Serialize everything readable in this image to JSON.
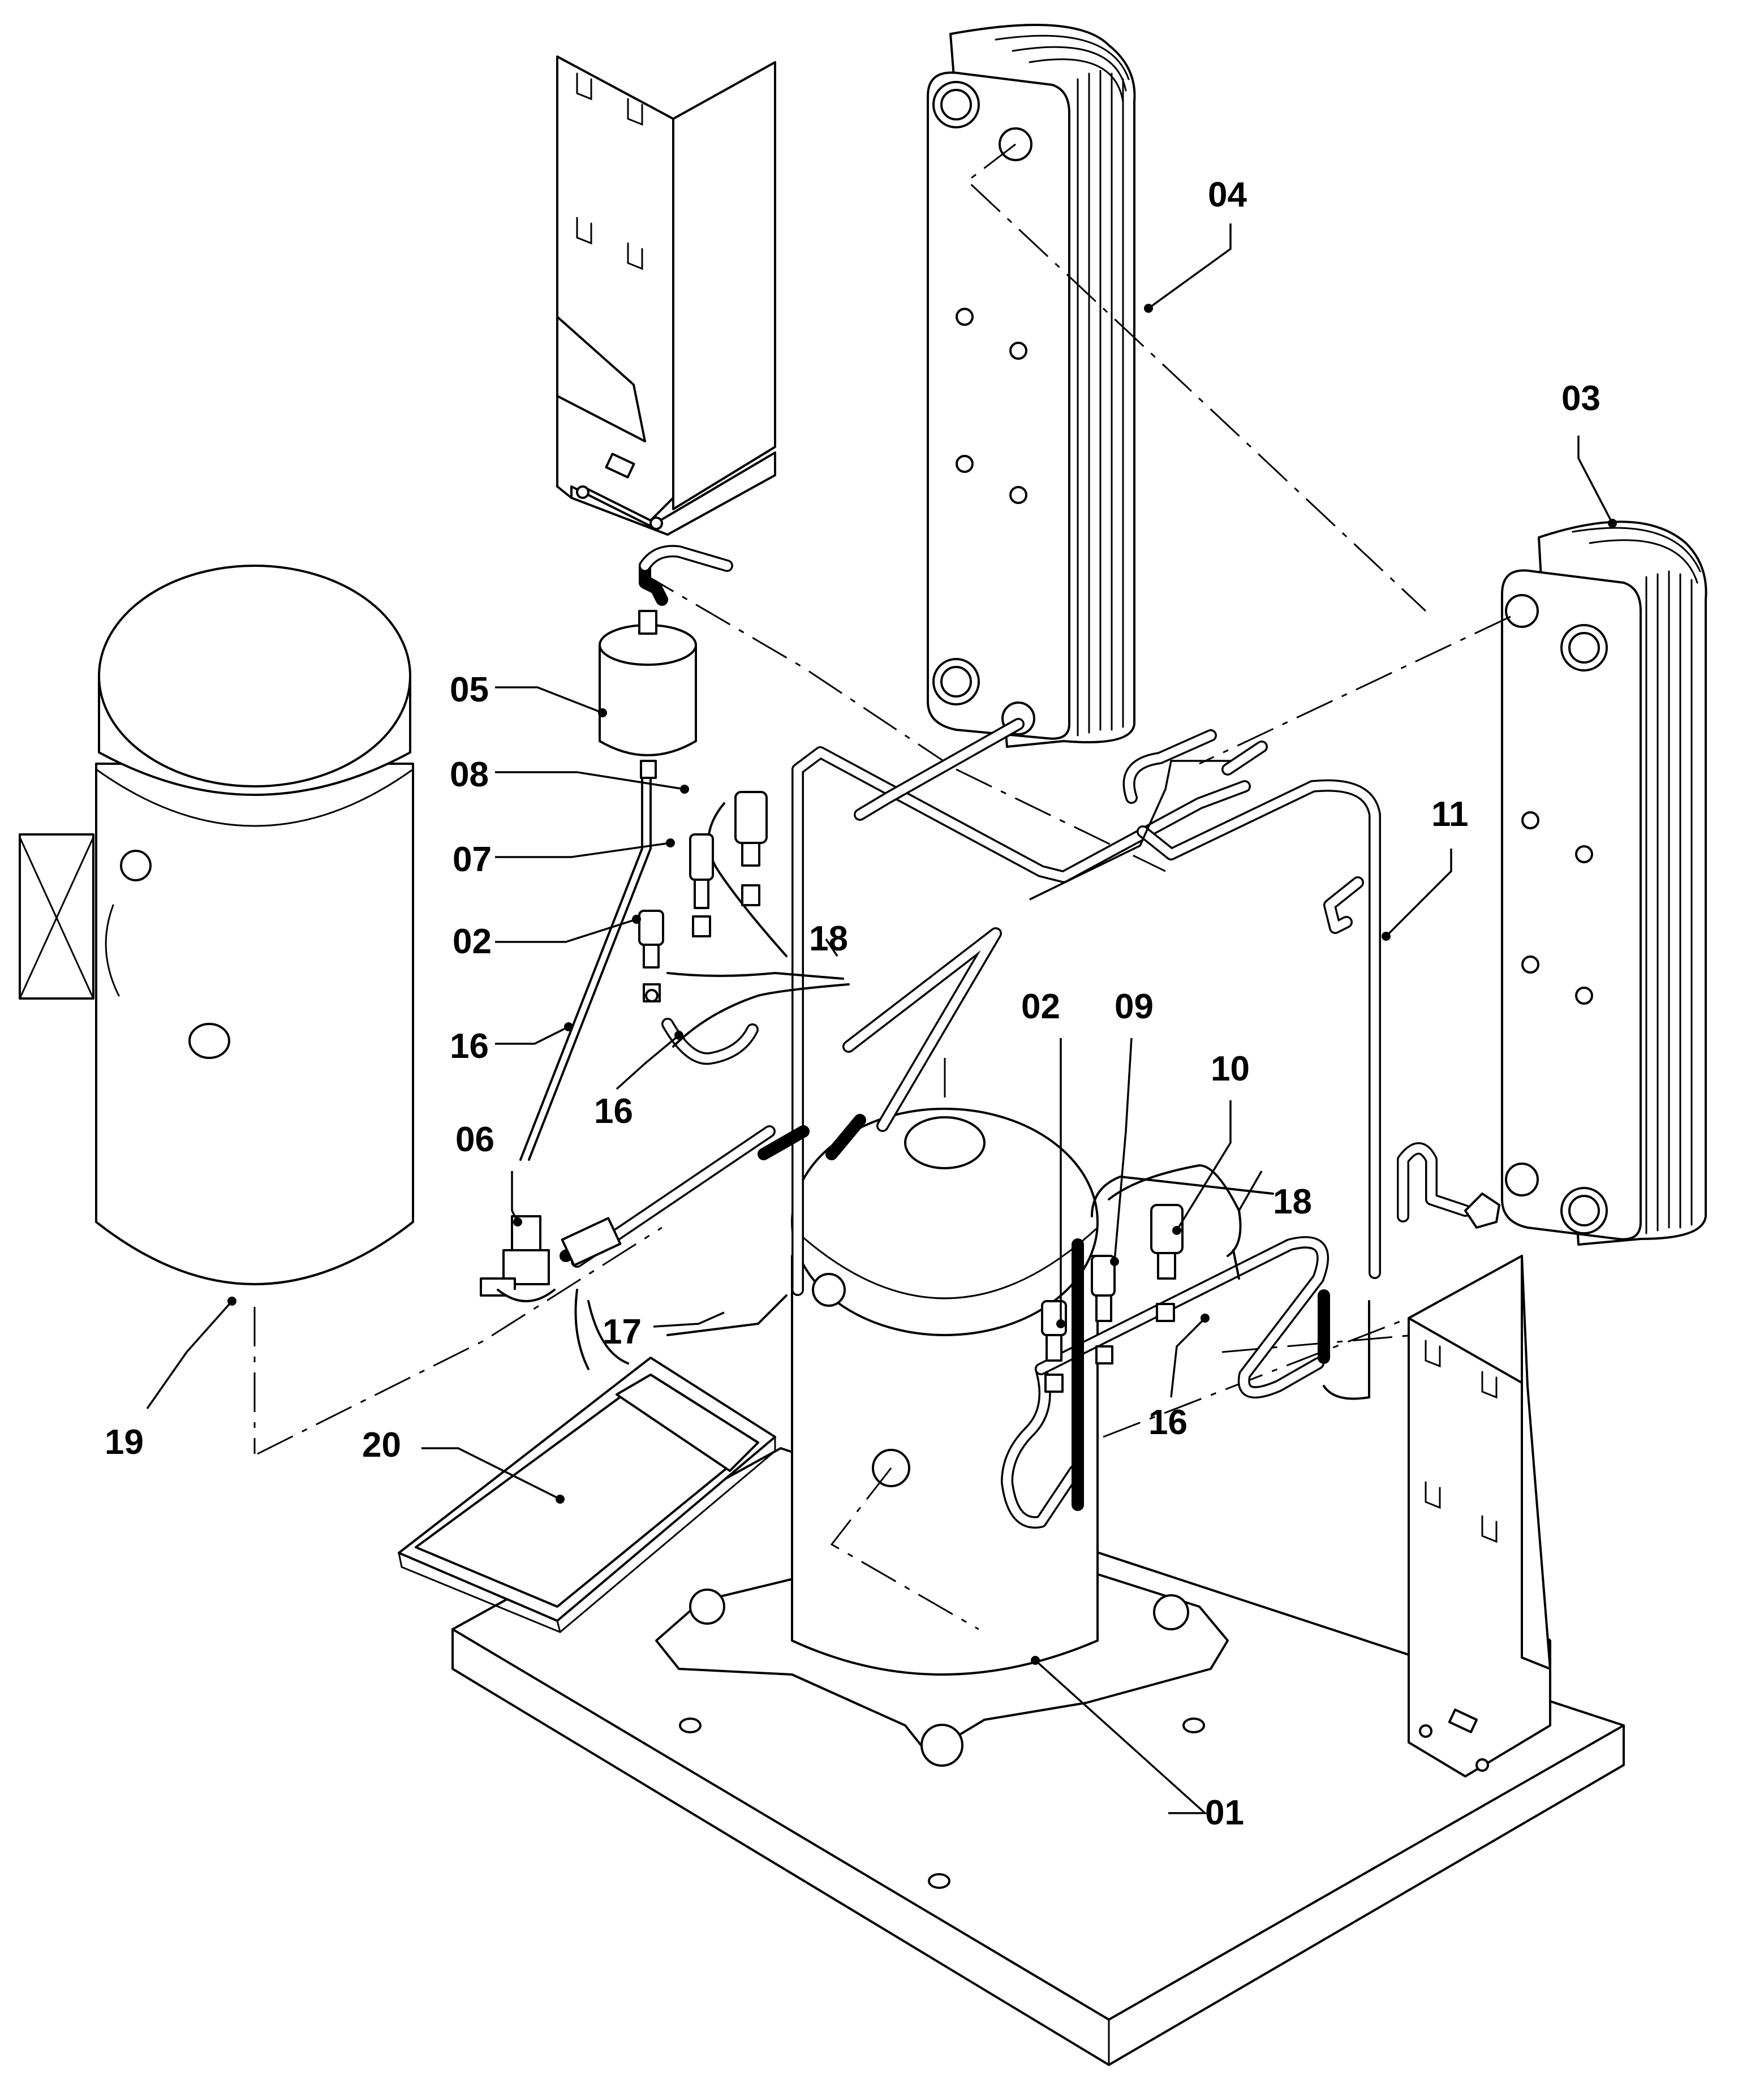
{
  "labels": {
    "l01": "01",
    "l02a": "02",
    "l02b": "02",
    "l03": "03",
    "l04": "04",
    "l05": "05",
    "l06": "06",
    "l07": "07",
    "l08": "08",
    "l09": "09",
    "l10": "10",
    "l11": "11",
    "l16a": "16",
    "l16b": "16",
    "l16c": "16",
    "l17": "17",
    "l18a": "18",
    "l18b": "18",
    "l19": "19",
    "l20": "20"
  }
}
